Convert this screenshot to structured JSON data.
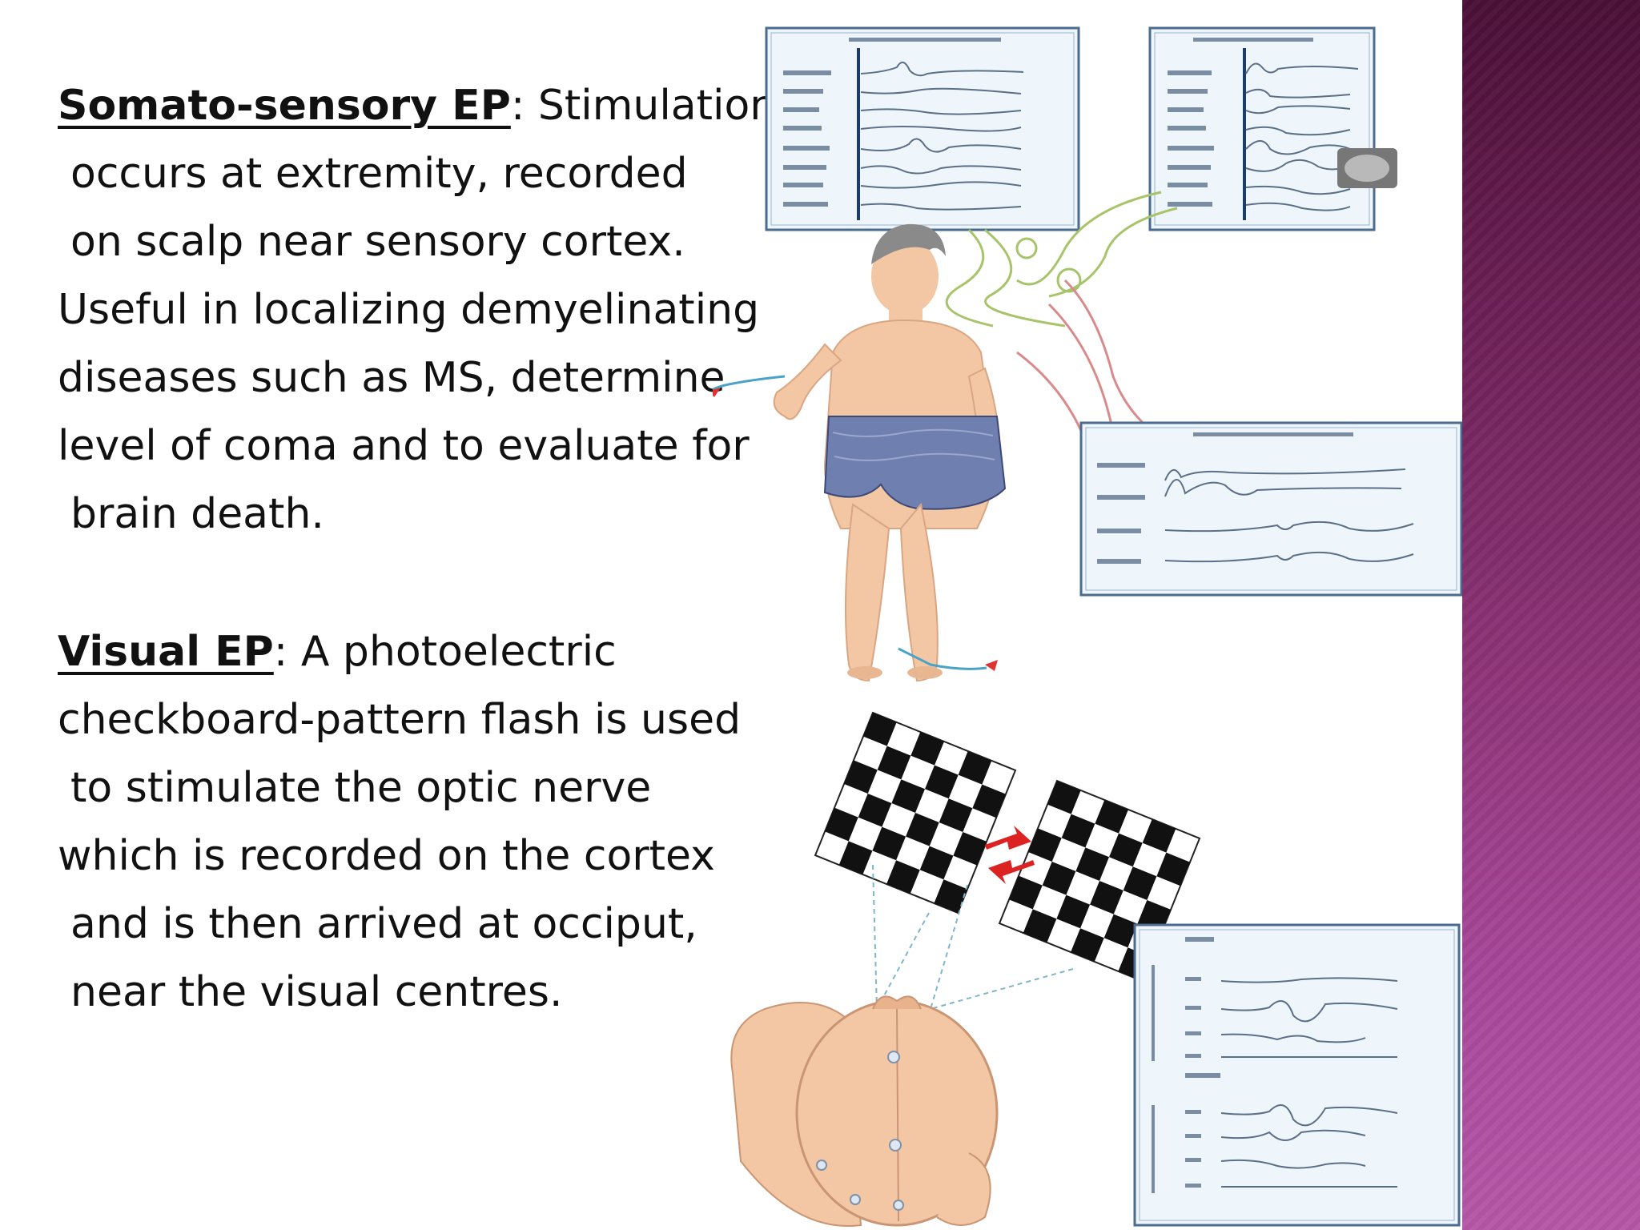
{
  "somato": {
    "heading": "Somato-sensory EP",
    "lines": [
      ": Stimulation",
      "occurs at extremity, recorded",
      "on scalp near sensory cortex.",
      "Useful in localizing demyelinating",
      "diseases such as MS, determine",
      "level of coma and to evaluate for",
      "brain death."
    ]
  },
  "visual": {
    "heading": "Visual EP",
    "lines": [
      ": A photoelectric",
      "checkboard-pattern flash is used",
      "to stimulate the optic nerve",
      "which is recorded on the cortex",
      "and is then arrived at occiput,",
      "near the visual centres."
    ]
  },
  "colors": {
    "band_top": "#4a1036",
    "band_bottom": "#b657a7",
    "panel_bg": "#eef5fb",
    "panel_border": "#4b6b8f",
    "skin": "#f3c7a4",
    "shorts": "#6f7fb0"
  }
}
